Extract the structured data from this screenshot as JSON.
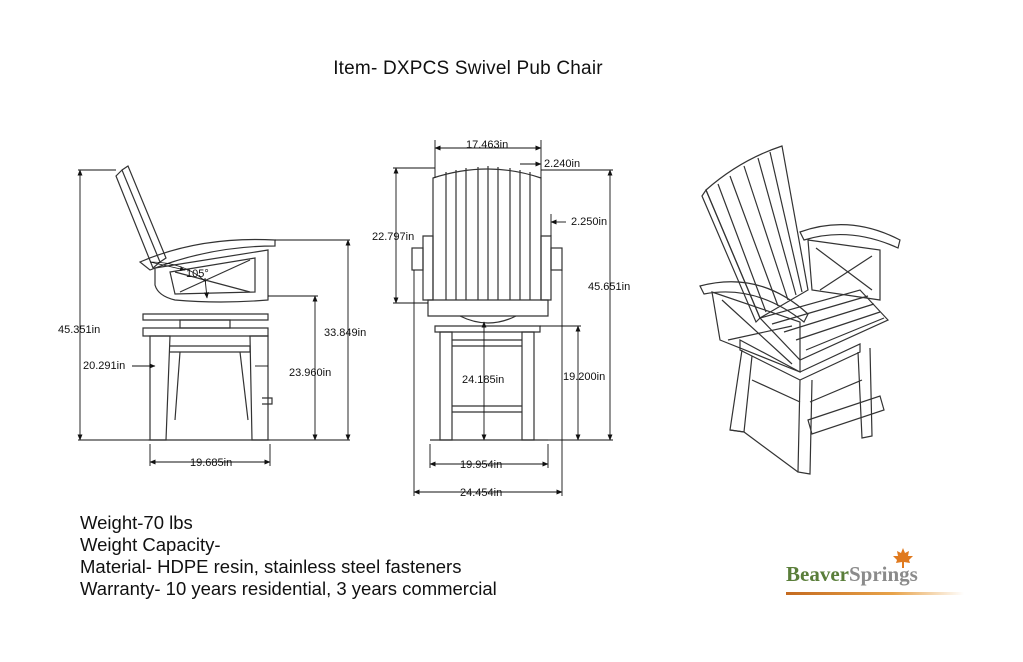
{
  "title": "Item- DXPCS Swivel Pub Chair",
  "dimensions": {
    "side_total_height": "45.351in",
    "side_seat_depth": "20.291in",
    "side_arm_height": "33.849in",
    "side_footrest_height": "23.960in",
    "side_base_width": "19.685in",
    "recline_angle": "105°",
    "front_back_width": "17.463in",
    "front_arm_width": "2.240in",
    "front_arm_offset": "2.250in",
    "front_back_height": "22.797in",
    "front_total_height": "45.651in",
    "front_seat_height": "24.185in",
    "front_footrest_height": "19.200in",
    "front_base_width": "19.954in",
    "front_overall_width": "24.454in"
  },
  "specs": {
    "weight": "Weight-70 lbs",
    "capacity": "Weight Capacity-",
    "material": "Material- HDPE resin, stainless steel fasteners",
    "warranty": "Warranty- 10 years residential, 3 years commercial"
  },
  "logo": {
    "part1": "Beaver",
    "part2": "Springs",
    "leaf_icon": "maple-leaf-icon",
    "accent_color": "#e07a1f",
    "green_color": "#5a7e3a"
  }
}
